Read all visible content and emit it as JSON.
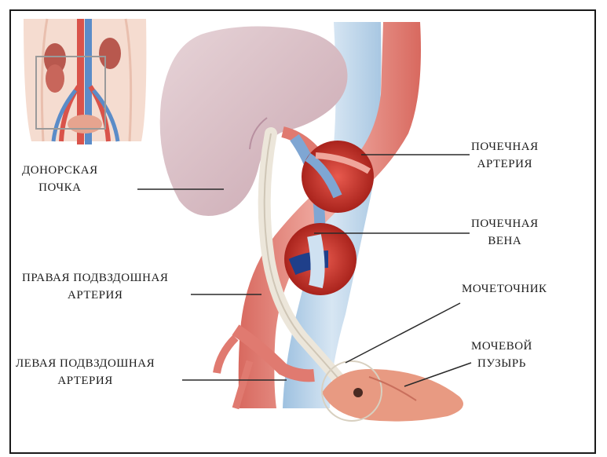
{
  "labels": {
    "donor_kidney": [
      "ДОНОРСКАЯ",
      "ПОЧКА"
    ],
    "renal_artery": [
      "ПОЧЕЧНАЯ",
      "АРТЕРИЯ"
    ],
    "renal_vein": [
      "ПОЧЕЧНАЯ",
      "ВЕНА"
    ],
    "right_iliac_artery": [
      "ПРАВАЯ ПОДВЗДОШНАЯ",
      "АРТЕРИЯ"
    ],
    "ureter": [
      "МОЧЕТОЧНИК"
    ],
    "bladder": [
      "МОЧЕВОЙ",
      "ПУЗЫРЬ"
    ],
    "left_iliac_artery": [
      "ЛЕВАЯ ПОДВЗДОШНАЯ",
      "АРТЕРИЯ"
    ]
  },
  "colors": {
    "kidney": "#d9bfc6",
    "artery": "#e07a70",
    "artery_dark": "#b8332c",
    "vein": "#b9d3e8",
    "vein_dark": "#3f6fb0",
    "ureter": "#ece6da",
    "bladder": "#e89a82",
    "leader_line": "#2a2a2a"
  }
}
